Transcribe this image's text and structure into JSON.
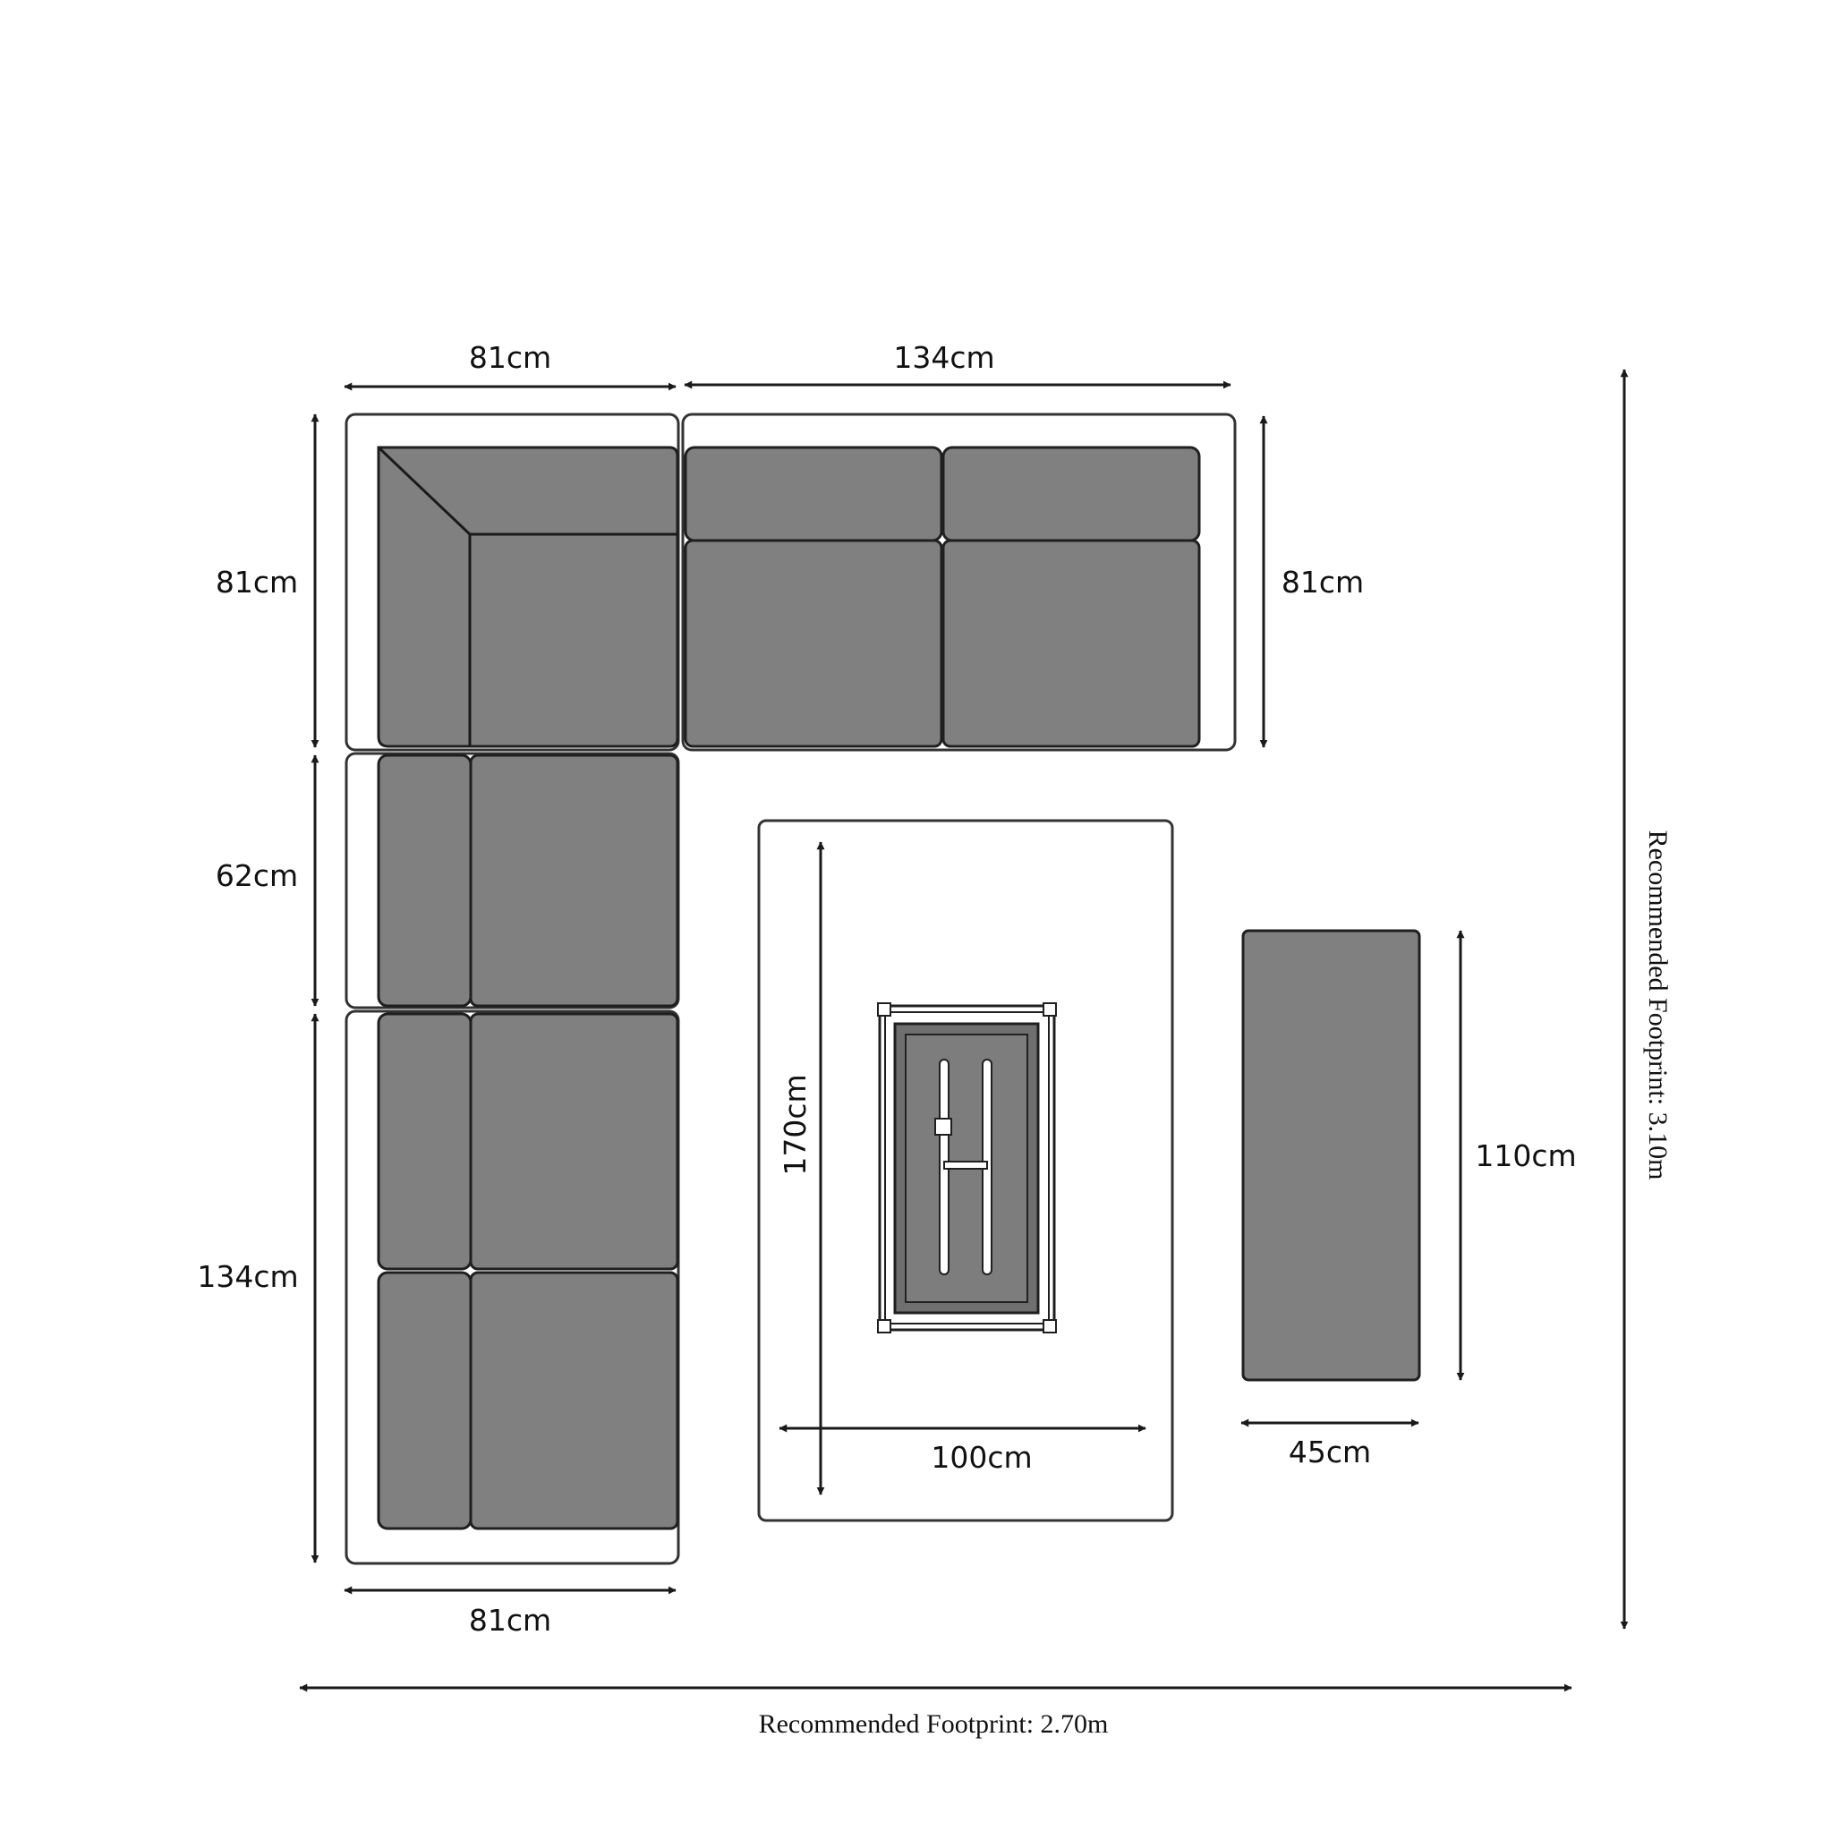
{
  "diagram": {
    "dimensions": {
      "top_corner_width": "81cm",
      "top_sofa_width": "134cm",
      "corner_depth": "81cm",
      "top_sofa_depth": "81cm",
      "middle_unit_length": "62cm",
      "left_sofa_length": "134cm",
      "left_sofa_depth": "81cm",
      "table_length": "170cm",
      "table_width": "100cm",
      "bench_length": "110cm",
      "bench_width": "45cm"
    },
    "footprint": {
      "width_label": "Recommended Footprint: 2.70m",
      "height_label": "Recommended Footprint: 3.10m"
    }
  },
  "colors": {
    "cushion": "#808080",
    "outline": "#1f1f1f",
    "background": "#ffffff"
  }
}
